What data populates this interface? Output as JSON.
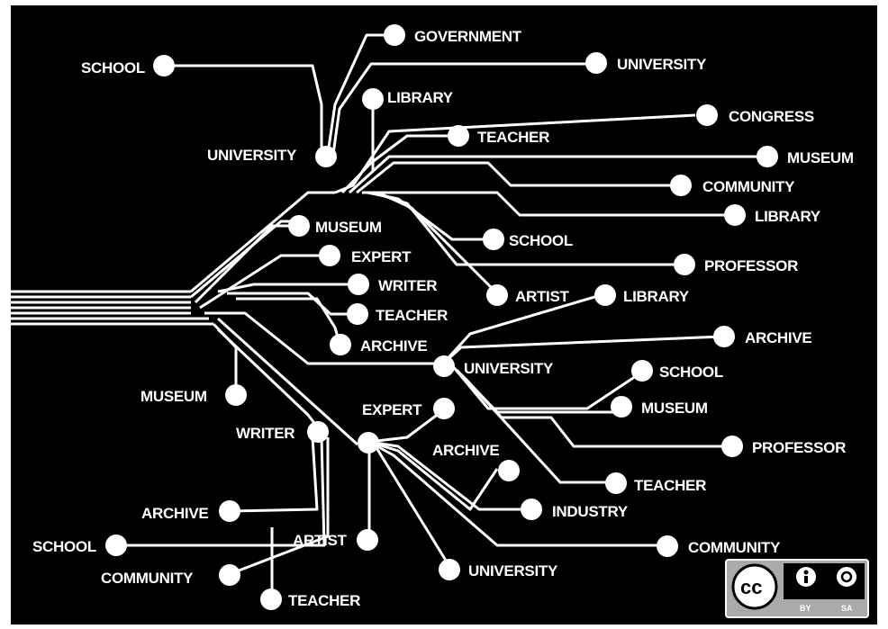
{
  "nodes": [
    {
      "id": "government",
      "label": "GOVERNMENT"
    },
    {
      "id": "school_tl",
      "label": "SCHOOL"
    },
    {
      "id": "university_tr",
      "label": "UNIVERSITY"
    },
    {
      "id": "library_top",
      "label": "LIBRARY"
    },
    {
      "id": "congress",
      "label": "CONGRESS"
    },
    {
      "id": "teacher_top",
      "label": "TEACHER"
    },
    {
      "id": "university_left",
      "label": "UNIVERSITY"
    },
    {
      "id": "museum_tr",
      "label": "MUSEUM"
    },
    {
      "id": "community_tr",
      "label": "COMMUNITY"
    },
    {
      "id": "library_r",
      "label": "LIBRARY"
    },
    {
      "id": "museum_mid",
      "label": "MUSEUM"
    },
    {
      "id": "school_mid",
      "label": "SCHOOL"
    },
    {
      "id": "expert_mid",
      "label": "EXPERT"
    },
    {
      "id": "professor_top",
      "label": "PROFESSOR"
    },
    {
      "id": "writer_mid",
      "label": "WRITER"
    },
    {
      "id": "artist_mid",
      "label": "ARTIST"
    },
    {
      "id": "library_mid",
      "label": "LIBRARY"
    },
    {
      "id": "teacher_mid",
      "label": "TEACHER"
    },
    {
      "id": "archive_mid",
      "label": "ARCHIVE"
    },
    {
      "id": "archive_r",
      "label": "ARCHIVE"
    },
    {
      "id": "university_c",
      "label": "UNIVERSITY"
    },
    {
      "id": "school_r",
      "label": "SCHOOL"
    },
    {
      "id": "museum_left",
      "label": "MUSEUM"
    },
    {
      "id": "museum_r",
      "label": "MUSEUM"
    },
    {
      "id": "expert_low",
      "label": "EXPERT"
    },
    {
      "id": "writer_low",
      "label": "WRITER"
    },
    {
      "id": "professor_r",
      "label": "PROFESSOR"
    },
    {
      "id": "archive_c",
      "label": "ARCHIVE"
    },
    {
      "id": "teacher_r",
      "label": "TEACHER"
    },
    {
      "id": "industry",
      "label": "INDUSTRY"
    },
    {
      "id": "archive_low",
      "label": "ARCHIVE"
    },
    {
      "id": "artist_low",
      "label": "ARTIST"
    },
    {
      "id": "community_r",
      "label": "COMMUNITY"
    },
    {
      "id": "school_low",
      "label": "SCHOOL"
    },
    {
      "id": "university_low",
      "label": "UNIVERSITY"
    },
    {
      "id": "community_low",
      "label": "COMMUNITY"
    },
    {
      "id": "teacher_low",
      "label": "TEACHER"
    }
  ],
  "license": {
    "cc": "cc",
    "by": "BY",
    "sa": "SA"
  }
}
